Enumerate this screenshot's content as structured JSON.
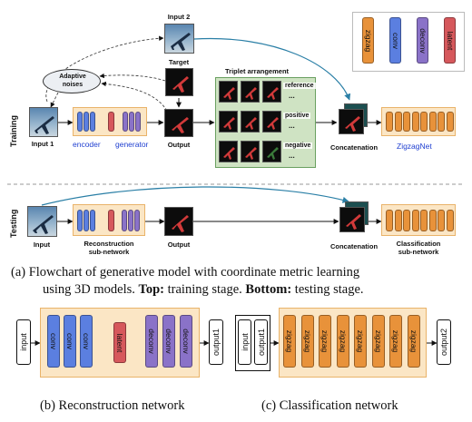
{
  "training": {
    "stage_label": "Training",
    "input1": "Input 1",
    "input2": "Input 2",
    "target": "Target",
    "noises": "Adaptive noises",
    "noises_line1": "Adaptive",
    "noises_line2": "noises",
    "encoder": "encoder",
    "generator": "generator",
    "output": "Output",
    "triplet_title": "Triplet arrangement",
    "reference": "reference",
    "positive": "positive",
    "negative": "negative",
    "ellipsis": "...",
    "concatenation": "Concatenation",
    "net_name": "ZigzagNet"
  },
  "testing": {
    "stage_label": "Testing",
    "input": "Input",
    "reconstruction": "Reconstruction sub-network",
    "reconstruction_line1": "Reconstruction",
    "reconstruction_line2": "sub-network",
    "output": "Output",
    "concatenation": "Concatenation",
    "classification": "Classification sub-network",
    "classification_line1": "Classification",
    "classification_line2": "sub-network"
  },
  "legend": {
    "items": [
      {
        "label": "zigzag",
        "color": "#e8923a"
      },
      {
        "label": "conv",
        "color": "#5b7fe0"
      },
      {
        "label": "deconv",
        "color": "#8a72c8"
      },
      {
        "label": "latent",
        "color": "#d6585c"
      }
    ]
  },
  "caption_a": {
    "line1": "(a) Flowchart of generative model with coordinate metric learning",
    "line2_plain": "using 3D models.",
    "top_bold": "Top:",
    "top_text": "training stage.",
    "bottom_bold": "Bottom:",
    "bottom_text": "testing stage."
  },
  "reconstruction_network": {
    "input": "input",
    "conv": [
      "conv",
      "conv",
      "conv"
    ],
    "latent": "latent",
    "deconv": [
      "deconv",
      "deconv",
      "deconv"
    ],
    "output": "output1",
    "caption": "(b) Reconstruction network"
  },
  "classification_network": {
    "inputs": [
      "input",
      "output1"
    ],
    "zigzag": [
      "zigzag",
      "zigzag",
      "zigzag",
      "zigzag",
      "zigzag",
      "zigzag",
      "zigzag",
      "zigzag"
    ],
    "output": "output2",
    "caption": "(c) Classification network"
  },
  "colors": {
    "orange": "#e8923a",
    "blue": "#5b7fe0",
    "purple": "#8a72c8",
    "red": "#d6585c",
    "panel": "#fbe6c5",
    "panel_border": "#e9b36a",
    "triplet_bg": "#cfe3c3",
    "link_blue": "#1f3fd0",
    "arrow_teal": "#2a7fa6"
  }
}
